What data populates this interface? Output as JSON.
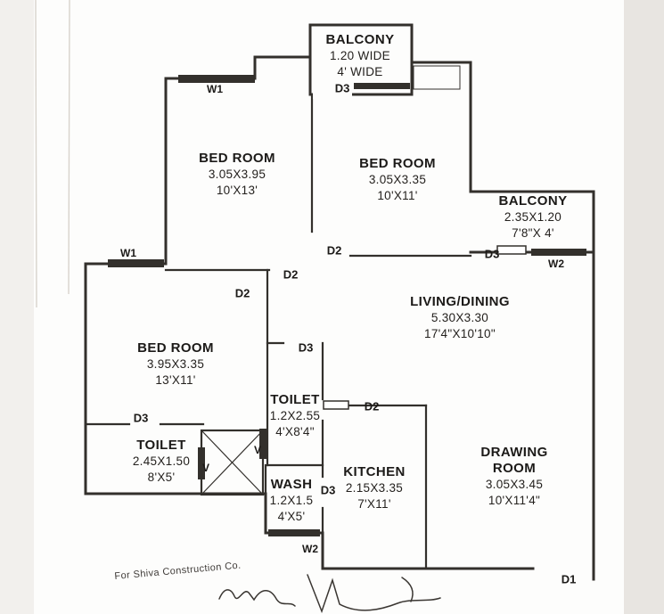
{
  "scan": {
    "paper_color": "#fdfdfc",
    "left_strip_color": "#f2f0ed",
    "right_strip_color": "#e8e5e1",
    "wall_color": "#33302c"
  },
  "plan": {
    "rooms": {
      "balcony_top": {
        "name": "BALCONY",
        "line2": "1.20 WIDE",
        "line3": "4'  WIDE"
      },
      "bedroom1": {
        "name": "BED ROOM",
        "line2": "3.05X3.95",
        "line3": "10'X13'"
      },
      "bedroom2": {
        "name": "BED ROOM",
        "line2": "3.05X3.35",
        "line3": "10'X11'"
      },
      "balcony_right": {
        "name": "BALCONY",
        "line2": "2.35X1.20",
        "line3": "7'8\"X 4'"
      },
      "living": {
        "name": "LIVING/DINING",
        "line2": "5.30X3.30",
        "line3": "17'4\"X10'10\""
      },
      "bedroom3": {
        "name": "BED ROOM",
        "line2": "3.95X3.35",
        "line3": "13'X11'"
      },
      "toilet_mid": {
        "name": "TOILET",
        "line2": "1.2X2.55",
        "line3": "4'X8'4\""
      },
      "toilet_left": {
        "name": "TOILET",
        "line2": "2.45X1.50",
        "line3": "8'X5'"
      },
      "wash": {
        "name": "WASH",
        "line2": "1.2X1.5",
        "line3": "4'X5'"
      },
      "kitchen": {
        "name": "KITCHEN",
        "line2": "2.15X3.35",
        "line3": "7'X11'"
      },
      "drawing": {
        "name": "DRAWING",
        "name2": "ROOM",
        "line2": "3.05X3.45",
        "line3": "10'X11'4\""
      }
    },
    "tags": {
      "w1_top": "W1",
      "w1_left": "W1",
      "d3_balcony_top": "D3",
      "d3_balcony_right": "D3",
      "d3_toilet_mid": "D3",
      "d3_toilet_left": "D3",
      "d3_kitchen": "D3",
      "d2_bedroom2": "D2",
      "d2_bedroom1": "D2",
      "d2_bedroom3": "D2",
      "d2_toilet_mid": "D2",
      "w2_right": "W2",
      "w2_bottom": "W2",
      "v_left": "V",
      "v_right": "V",
      "d1_entrance": "D1"
    }
  },
  "footer": {
    "company_line": "For Shiva Construction Co."
  }
}
